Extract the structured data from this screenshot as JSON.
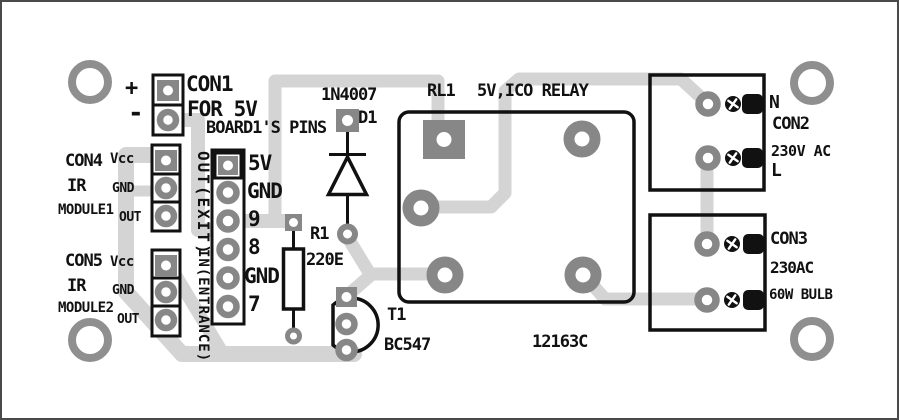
{
  "diagram": {
    "con1": {
      "name": "CON1",
      "purpose": "FOR 5V",
      "plus": "+",
      "minus": "-"
    },
    "board1": {
      "title": "BOARD1'S PINS",
      "pins": [
        "5V",
        "GND",
        "9",
        "8",
        "GND",
        "7"
      ]
    },
    "con4": {
      "name": "CON4",
      "device": "IR",
      "module": "MODULE1",
      "vcc": "Vcc",
      "gnd": "GND",
      "out": "OUT",
      "route": "OUT(EXIT)"
    },
    "con5": {
      "name": "CON5",
      "device": "IR",
      "module": "MODULE2",
      "vcc": "Vcc",
      "gnd": "GND",
      "out": "OUT",
      "route": "IN(ENTRANCE)"
    },
    "d1": {
      "part": "1N4007",
      "ref": "D1"
    },
    "r1": {
      "ref": "R1",
      "value": "220E"
    },
    "t1": {
      "ref": "T1",
      "part": "BC547"
    },
    "rl1": {
      "ref": "RL1",
      "spec": "5V,ICO RELAY",
      "code": "12163C"
    },
    "con2": {
      "terminal_n": "N",
      "name": "CON2",
      "spec": "230V AC",
      "terminal_l": "L"
    },
    "con3": {
      "name": "CON3",
      "spec": "230AC",
      "load": "60W BULB"
    }
  },
  "colors": {
    "trace": "#d4d4d4",
    "pad": "#878787",
    "silk": "#111111",
    "mount": "#8f8f8f",
    "bg": "#ffffff"
  }
}
